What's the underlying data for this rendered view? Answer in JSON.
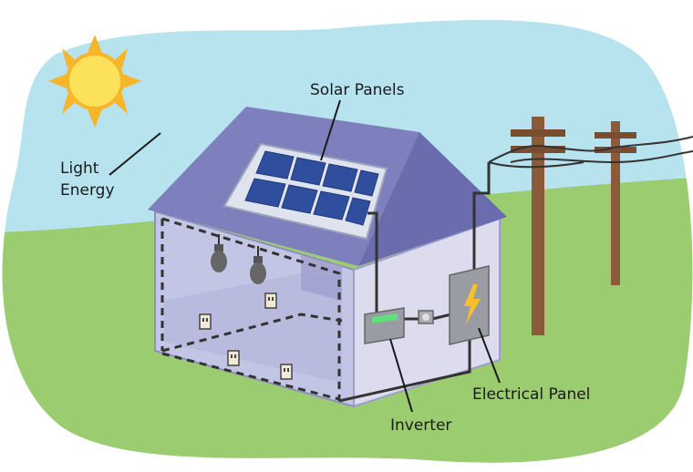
{
  "labels": {
    "light_energy_line1": "Light",
    "light_energy_line2": "Energy",
    "solar_panels": "Solar Panels",
    "electrical_panel": "Electrical Panel",
    "inverter": "Inverter"
  },
  "colors": {
    "sky": "#b7e3ef",
    "grass": "#9bcc70",
    "roof": "#7e80bd",
    "roof_dark": "#6a6cad",
    "house_wall": "#c3c5e4",
    "house_wall_side": "#dcdcee",
    "sun": "#f7cf3a",
    "panel_cell": "#2f4f9e",
    "pole": "#8a5a3a",
    "wire": "#3a3a3a",
    "lightning": "#f6c02a"
  },
  "icons": [
    "sun-icon",
    "light-bulb-icon",
    "outlet-icon",
    "lightning-bolt-icon"
  ]
}
